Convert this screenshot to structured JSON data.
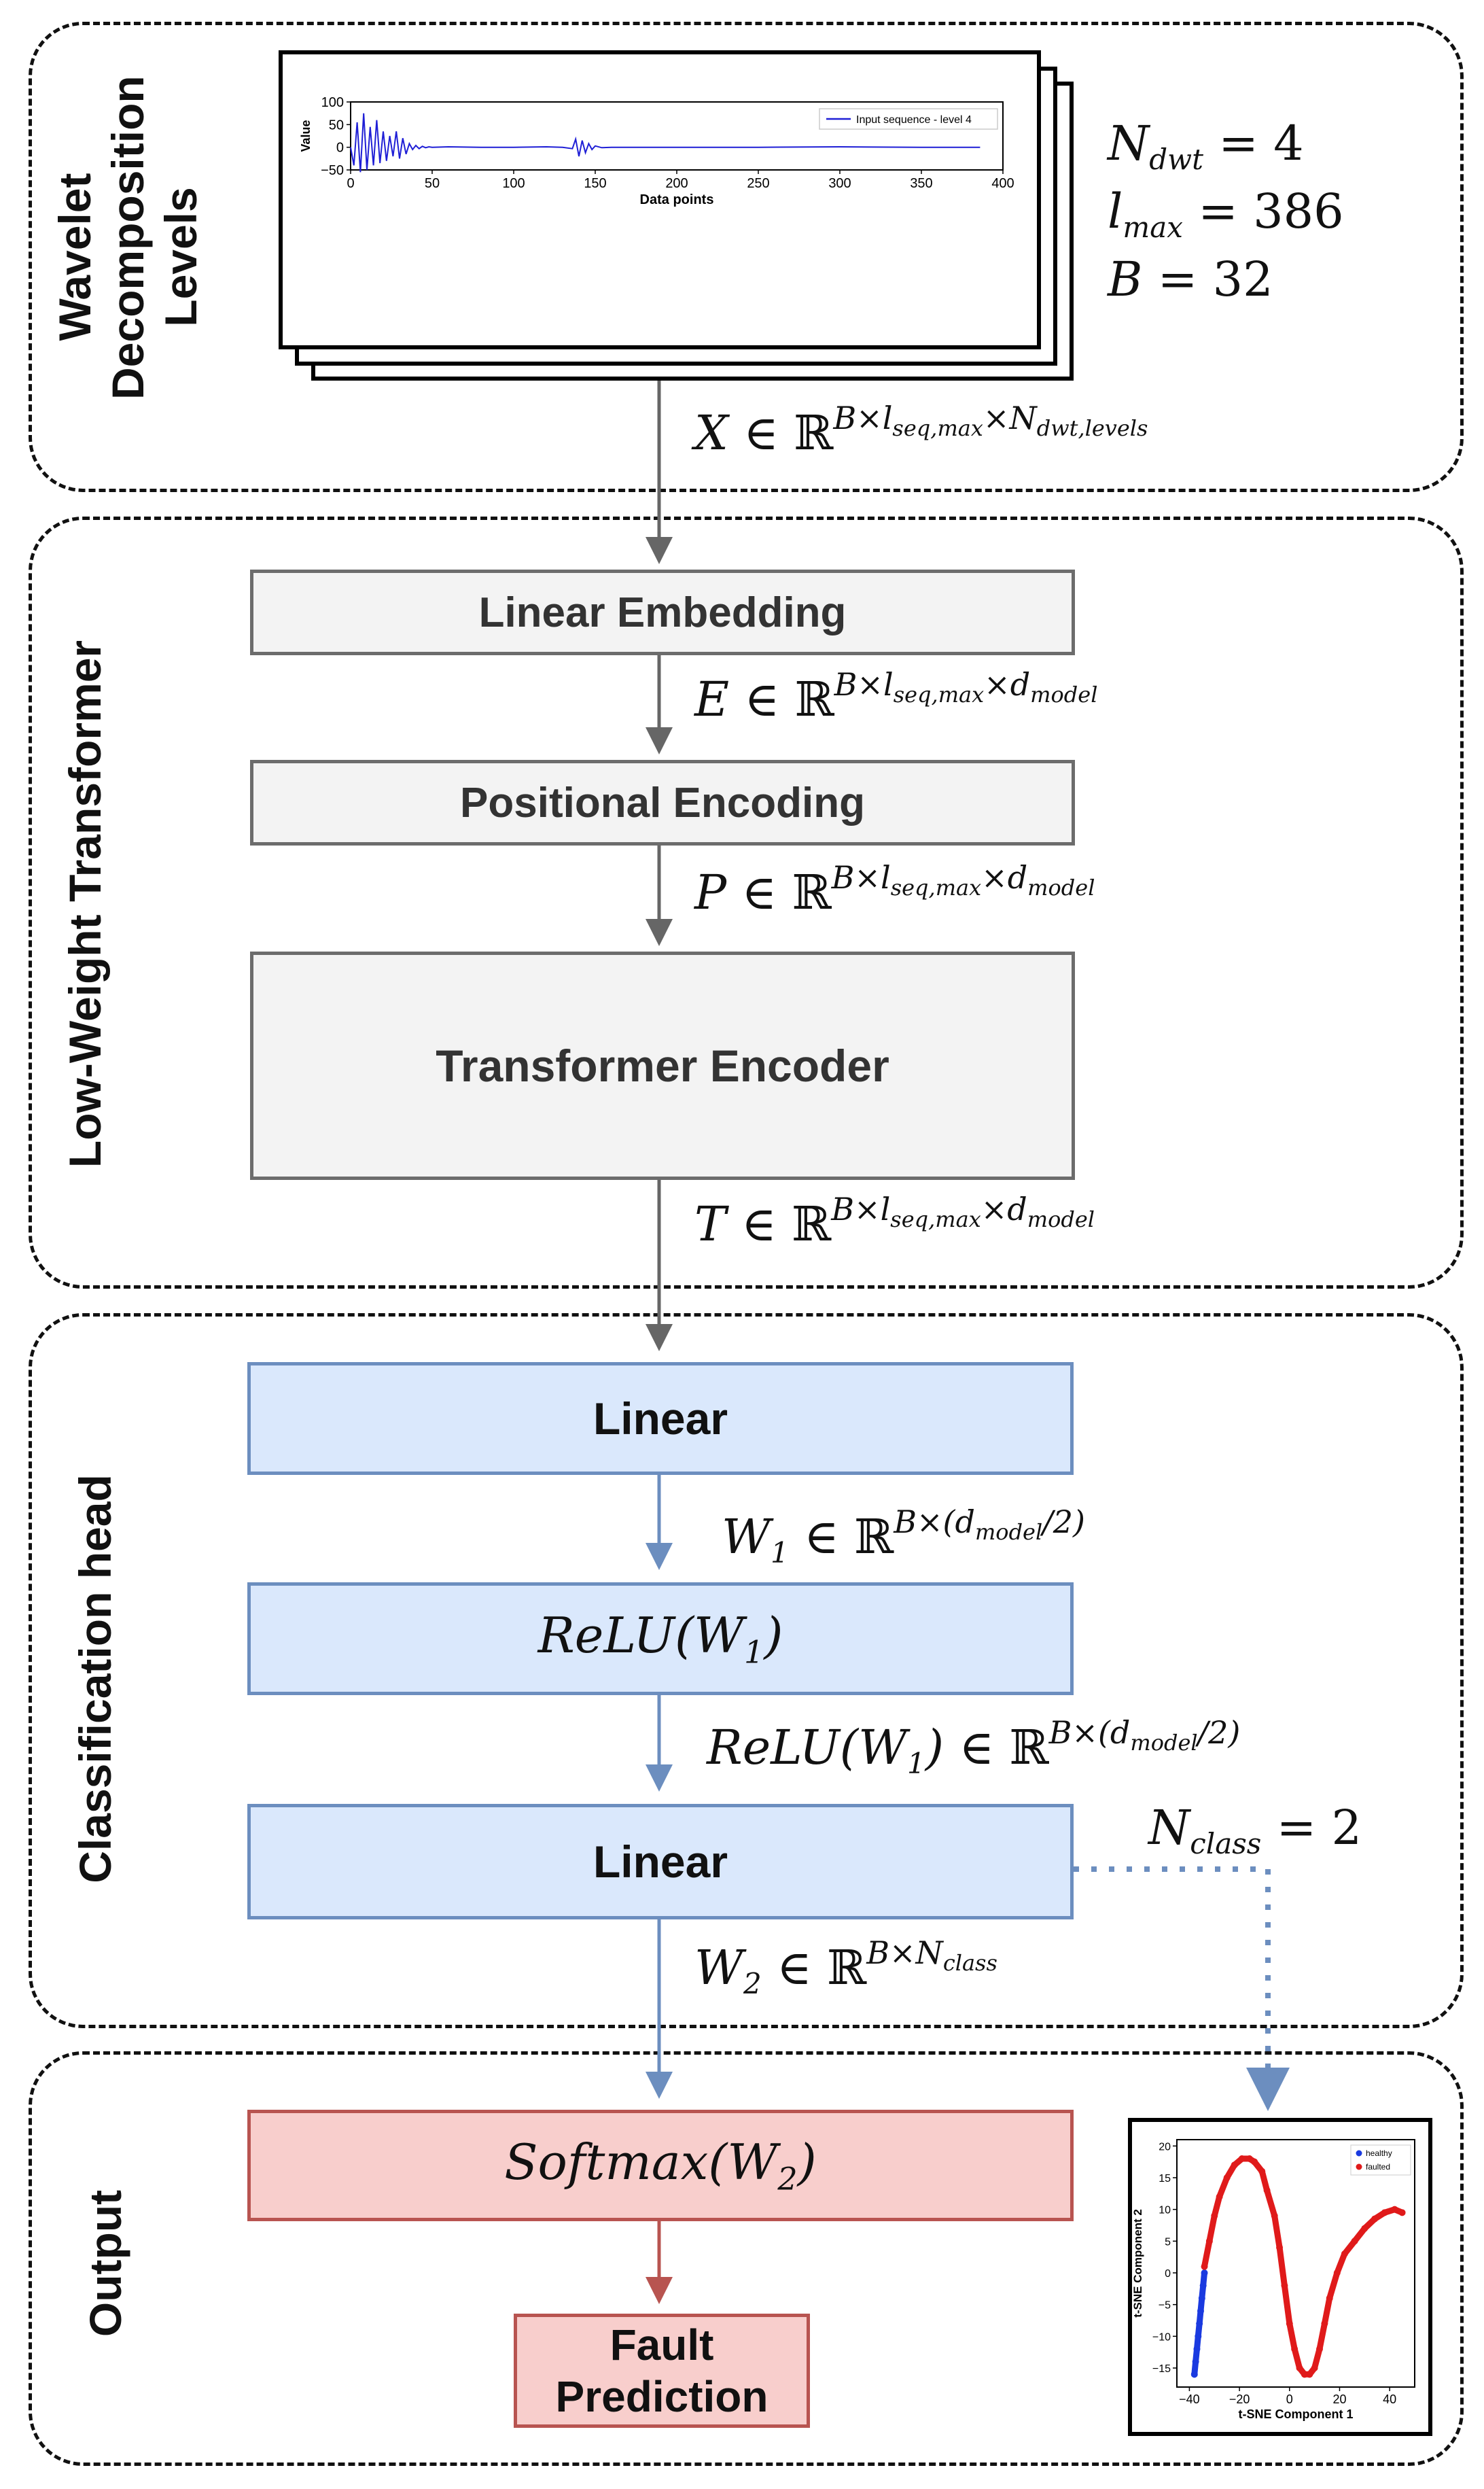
{
  "sections": {
    "wavelet": "Wavelet Decomposition Levels",
    "transformer": "Low-Weight Transformer",
    "classification": "Classification head",
    "output": "Output"
  },
  "params": {
    "n_dwt": "N",
    "n_dwt_sub": "dwt",
    "n_dwt_val": " = 4",
    "l_max": "l",
    "l_max_sub": "max",
    "l_max_val": " = 386",
    "b": "B",
    "b_val": " = 32",
    "n_class": "N",
    "n_class_sub": "class",
    "n_class_val": " = 2"
  },
  "blocks": {
    "linear_embedding": "Linear Embedding",
    "positional_encoding": "Positional Encoding",
    "transformer_encoder": "Transformer Encoder",
    "linear_1": "Linear",
    "relu": "ReLU(W",
    "relu_sub": "1",
    "relu_close": ")",
    "linear_2": "Linear",
    "softmax": "Softmax(W",
    "softmax_sub": "2",
    "softmax_close": ")",
    "fault_prediction": "Fault Prediction"
  },
  "tensors": {
    "x": {
      "sym": "X",
      "exp": "B×l",
      "exp_sub": "seq,max",
      "exp2": "×N",
      "exp2_sub": "dwt,levels"
    },
    "e": {
      "sym": "E",
      "exp": "B×l",
      "exp_sub": "seq,max",
      "exp2": "×d",
      "exp2_sub": "model"
    },
    "p": {
      "sym": "P",
      "exp": "B×l",
      "exp_sub": "seq,max",
      "exp2": "×d",
      "exp2_sub": "model"
    },
    "t": {
      "sym": "T",
      "exp": "B×l",
      "exp_sub": "seq,max",
      "exp2": "×d",
      "exp2_sub": "model"
    },
    "w1": {
      "sym": "W",
      "sym_sub": "1",
      "exp": "B×(d",
      "exp_sub": "model",
      "exp2": "/2)"
    },
    "relu_w1": {
      "sym": "ReLU(W",
      "sym_sub": "1",
      "sym_close": ")",
      "exp": "B×(d",
      "exp_sub": "model",
      "exp2": "/2)"
    },
    "w2": {
      "sym": "W",
      "sym_sub": "2",
      "exp": "B×N",
      "exp_sub": "class"
    }
  },
  "chart_data": [
    {
      "type": "line",
      "title": "",
      "xlabel": "Data points",
      "ylabel": "Value",
      "xlim": [
        0,
        400
      ],
      "ylim": [
        -50,
        100
      ],
      "xticks": [
        0,
        50,
        100,
        150,
        200,
        250,
        300,
        350,
        400
      ],
      "yticks": [
        100,
        50,
        0,
        -50
      ],
      "legend": "top-right",
      "series": [
        {
          "name": "Input sequence - level 4",
          "color": "#1f1fd6",
          "x": [
            0,
            2,
            4,
            6,
            8,
            10,
            12,
            14,
            16,
            18,
            20,
            22,
            24,
            26,
            28,
            30,
            32,
            34,
            36,
            38,
            40,
            42,
            44,
            46,
            48,
            50,
            60,
            80,
            100,
            120,
            130,
            136,
            138,
            140,
            142,
            144,
            146,
            148,
            150,
            154,
            160,
            200,
            250,
            300,
            350,
            386
          ],
          "y": [
            0,
            -40,
            55,
            -55,
            75,
            -50,
            45,
            -40,
            60,
            -35,
            35,
            -30,
            25,
            -20,
            35,
            -25,
            20,
            -15,
            8,
            -5,
            4,
            -3,
            2,
            -1,
            1,
            0,
            1,
            0,
            0,
            1,
            0,
            -3,
            18,
            -20,
            15,
            -12,
            8,
            -5,
            3,
            -1,
            0,
            0,
            0,
            1,
            0,
            0
          ]
        }
      ]
    },
    {
      "type": "scatter",
      "title": "",
      "xlabel": "t-SNE Component 1",
      "ylabel": "t-SNE Component 2",
      "xlim": [
        -45,
        50
      ],
      "ylim": [
        -18,
        21
      ],
      "xticks": [
        -40,
        -20,
        0,
        20,
        40
      ],
      "yticks": [
        20,
        15,
        10,
        5,
        0,
        -5,
        -10,
        -15
      ],
      "legend": "top-right",
      "series": [
        {
          "name": "healthy",
          "color": "#1a3ae0",
          "x": [
            -38,
            -37.5,
            -37,
            -36.5,
            -36,
            -35.5,
            -35,
            -34.5,
            -34
          ],
          "y": [
            -16,
            -14,
            -12,
            -10,
            -8,
            -6,
            -4,
            -2,
            0
          ]
        },
        {
          "name": "faulted",
          "color": "#e01a1a",
          "x": [
            -34,
            -32,
            -30,
            -28,
            -25,
            -22,
            -19,
            -16,
            -14,
            -11,
            -9,
            -6,
            -4,
            -2,
            0,
            2,
            4,
            6,
            8,
            10,
            12,
            14,
            16,
            19,
            22,
            26,
            30,
            34,
            38,
            42,
            45
          ],
          "y": [
            1,
            5,
            9,
            12,
            15,
            17,
            18,
            18,
            17.5,
            16,
            13,
            9,
            4,
            -2,
            -8,
            -12,
            -15,
            -16,
            -16,
            -15,
            -12,
            -8,
            -4,
            0,
            3,
            5,
            7,
            8.5,
            9.5,
            10,
            9.5
          ]
        }
      ]
    }
  ]
}
